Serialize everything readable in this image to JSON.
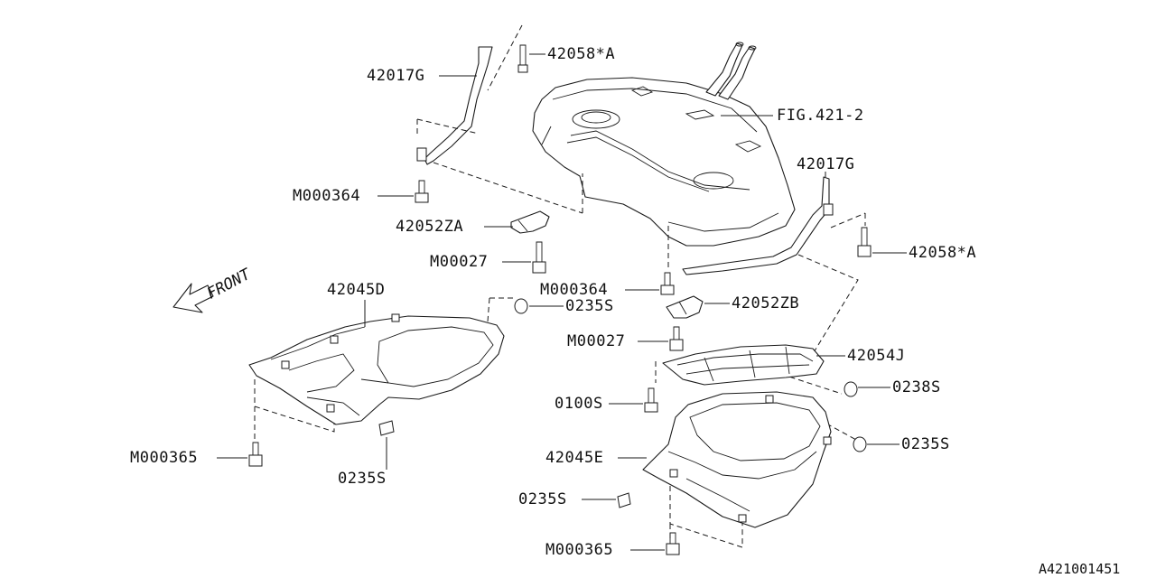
{
  "labels": {
    "l1": "42058*A",
    "l2": "42017G",
    "l3": "FIG.421-2",
    "l4": "42017G",
    "l5": "M000364",
    "l6": "42052ZA",
    "l7": "42058*A",
    "l8": "M00027",
    "l9": "M000364",
    "l10": "42052ZB",
    "l11": "42045D",
    "l12": "0235S",
    "l13": "M00027",
    "l14": "42054J",
    "l15": "0238S",
    "l16": "0100S",
    "l17": "0235S",
    "l18": "42045E",
    "l19": "M000365",
    "l20": "0235S",
    "l21": "0235S",
    "l22": "M000365"
  },
  "front_label": "FRONT",
  "doc_id": "A421001451"
}
